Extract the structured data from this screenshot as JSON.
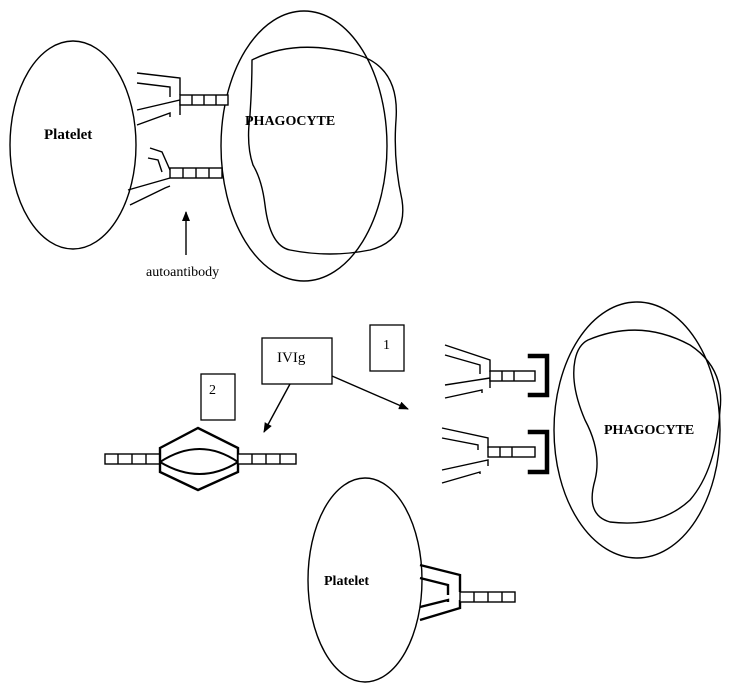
{
  "labels": {
    "platelet_top": "Platelet",
    "phagocyte_top": "PHAGOCYTE",
    "autoantibody": "autoantibody",
    "ivig": "IVIg",
    "step_1": "1",
    "step_2": "2",
    "phagocyte_bottom": "PHAGOCYTE",
    "platelet_bottom": "Platelet"
  }
}
